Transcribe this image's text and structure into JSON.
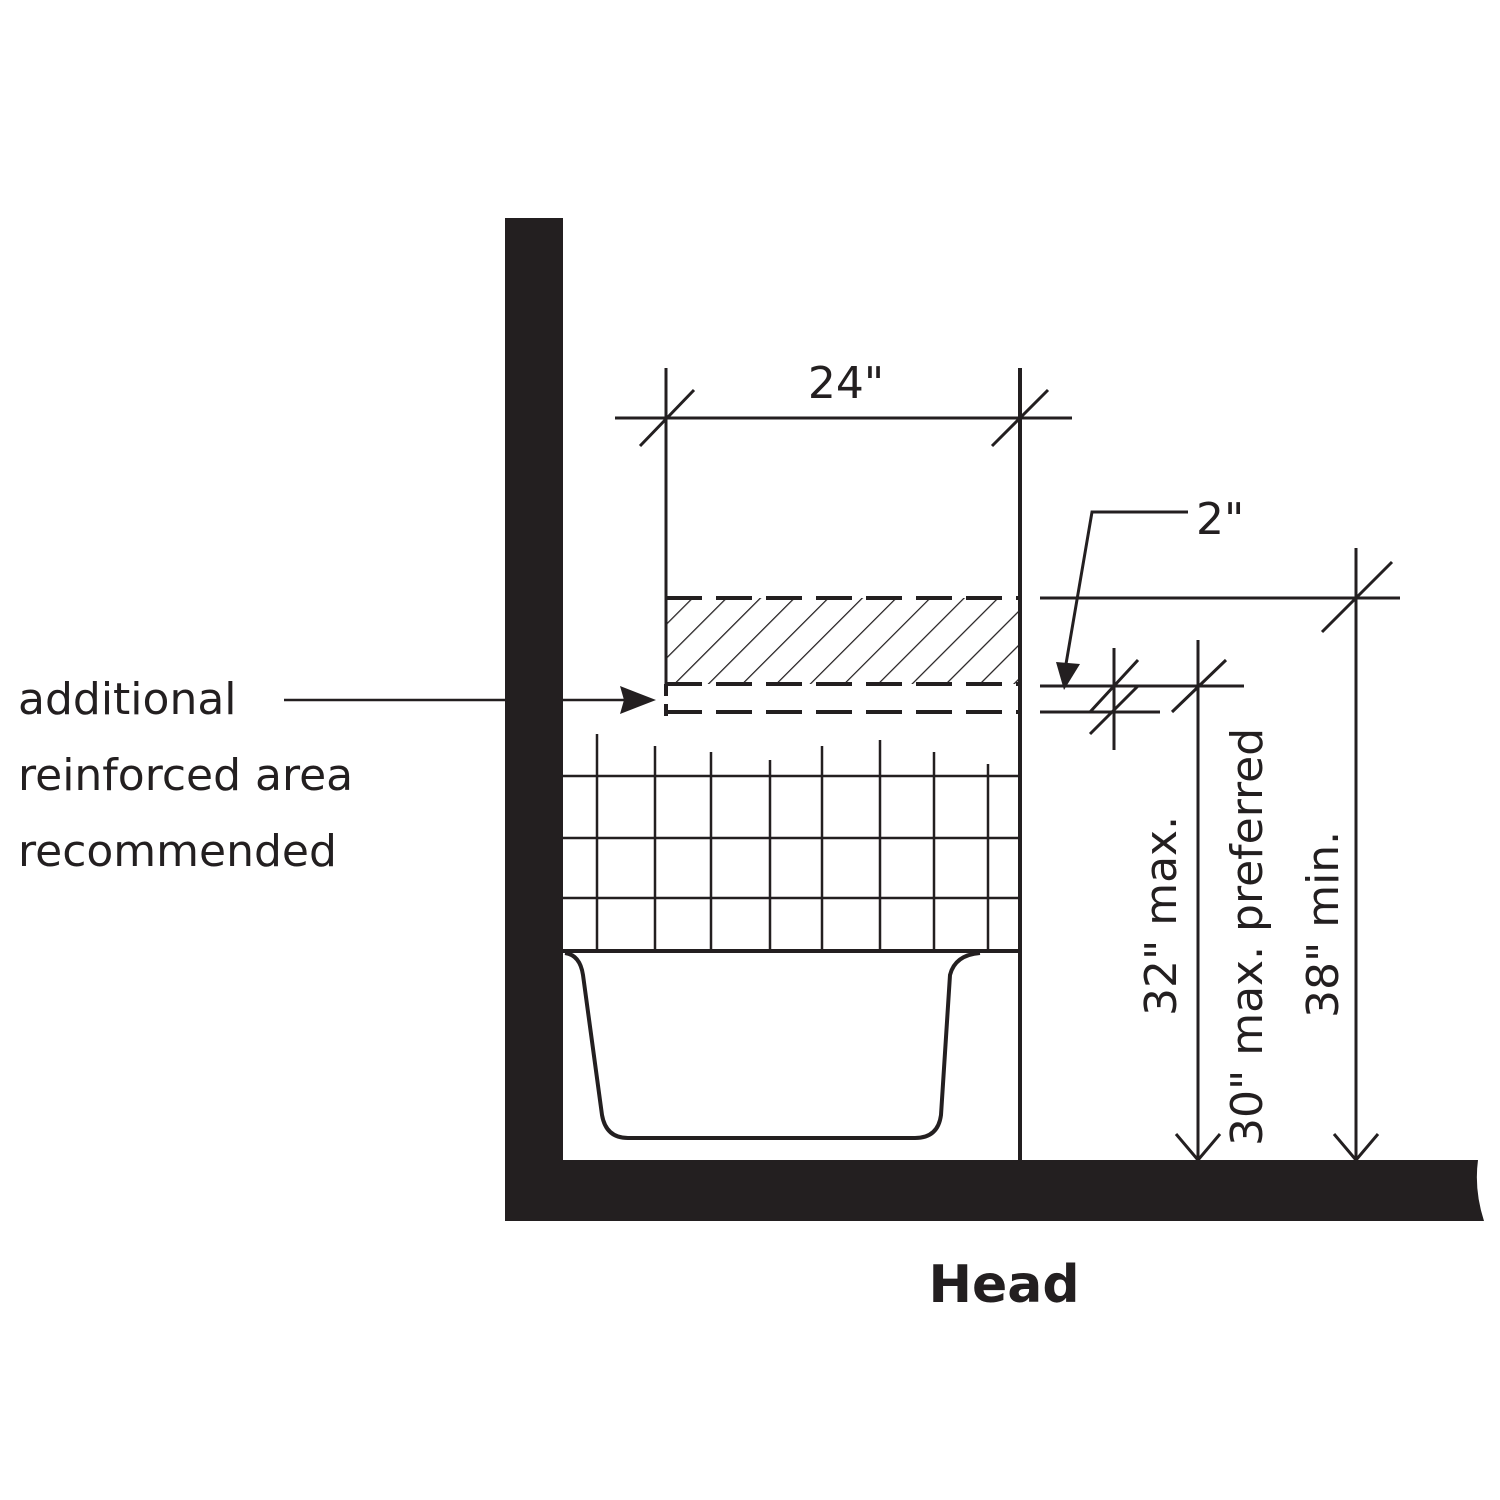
{
  "callout": {
    "lines": [
      "additional",
      "reinforced area",
      "recommended"
    ]
  },
  "dimensions": {
    "width": "24\"",
    "offset": "2\"",
    "height_max": "32\" max.",
    "height_preferred": "30\" max. preferred",
    "height_min": "38\" min."
  },
  "caption": "Head",
  "colors": {
    "ink": "#231f20",
    "background": "#ffffff"
  }
}
